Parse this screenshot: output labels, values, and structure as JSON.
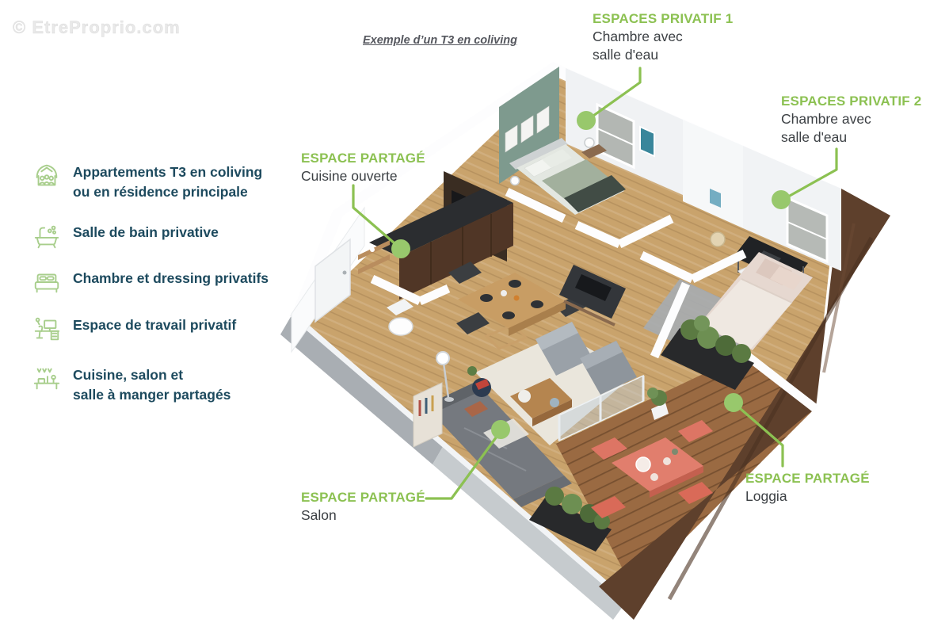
{
  "watermark": "© EtreProprio.com",
  "title": "Exemple d’un T3 en coliving",
  "legend": {
    "items": [
      {
        "icon": "house-people-icon",
        "line1": "Appartements T3 en coliving",
        "line2": "ou en résidence principale"
      },
      {
        "icon": "bathtub-icon",
        "line1": "Salle de bain privative",
        "line2": ""
      },
      {
        "icon": "bed-icon",
        "line1": "Chambre et dressing privatifs",
        "line2": ""
      },
      {
        "icon": "desk-icon",
        "line1": "Espace de travail privatif",
        "line2": ""
      },
      {
        "icon": "dining-icon",
        "line1": "Cuisine, salon et",
        "line2": "salle à manger partagés"
      }
    ]
  },
  "callouts": {
    "privatif1": {
      "heading": "ESPACES PRIVATIF 1",
      "line1": "Chambre avec",
      "line2": "salle d'eau"
    },
    "privatif2": {
      "heading": "ESPACES PRIVATIF 2",
      "line1": "Chambre avec",
      "line2": "salle d'eau"
    },
    "cuisine": {
      "heading": "ESPACE PARTAGÉ",
      "line1": "Cuisine ouverte",
      "line2": ""
    },
    "salon": {
      "heading": "ESPACE PARTAGÉ",
      "line1": "Salon",
      "line2": ""
    },
    "loggia": {
      "heading": "ESPACE PARTAGÉ",
      "line1": "Loggia",
      "line2": ""
    }
  },
  "colors": {
    "accent_green": "#8CC152",
    "dot_green": "#98C86C",
    "icon_green": "#A8CE8C",
    "legend_text": "#1D4A5E",
    "callout_text": "#3C4044",
    "title_text": "#55575E",
    "wall_green": "#7E9A8E",
    "floor_wood": "#C9A36C",
    "deck_wood": "#9A6A42",
    "exterior_brown": "#5E402C",
    "exterior_gray": "#A9AEB3"
  }
}
